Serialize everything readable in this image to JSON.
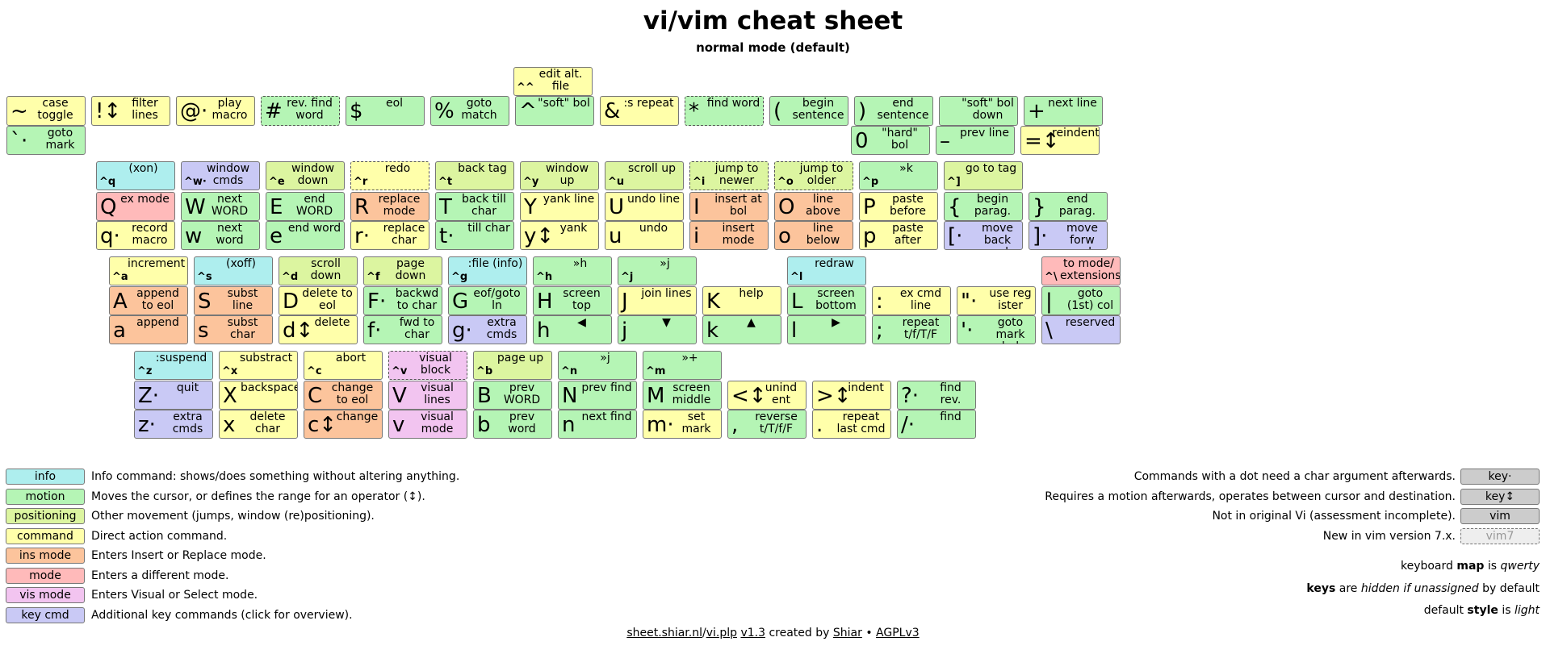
{
  "title": "vi/vim cheat sheet",
  "subtitle": "normal mode (default)",
  "colors": {
    "info": "#aeeeee",
    "motion": "#b5f5b5",
    "positioning": "#dcf5a0",
    "command": "#ffffaa",
    "ins": "#fcc49c",
    "mode": "#ffbaba",
    "vis": "#f2c4f0",
    "kcmd": "#c9c9f5",
    "empty": "#ffffff"
  },
  "rows": [
    {
      "name": "number-row",
      "keys": [
        {
          "k": "~",
          "d": "case toggle",
          "t": "cmd"
        },
        {
          "k": "!↕",
          "d": "filter lines",
          "t": "cmd"
        },
        {
          "k": "@·",
          "d": "play macro",
          "t": "cmd"
        },
        {
          "k": "#",
          "d": "rev. find word",
          "t": "motion",
          "nv": true
        },
        {
          "k": "$",
          "d": "eol",
          "t": "motion"
        },
        {
          "k": "%",
          "d": "goto match",
          "t": "motion"
        },
        {
          "k": "^",
          "d": "\"soft\" bol",
          "t": "motion"
        },
        {
          "k": "&",
          "d": ":s repeat",
          "t": "cmd"
        },
        {
          "k": "*",
          "d": "find word",
          "t": "motion",
          "nv": true
        },
        {
          "k": "(",
          "d": "begin sentence",
          "t": "motion"
        },
        {
          "k": ")",
          "d": "end sentence",
          "t": "motion"
        },
        {
          "k": "",
          "d": "\"soft\" bol down",
          "t": "motion"
        },
        {
          "k": "+",
          "d": "next line",
          "t": "motion"
        }
      ]
    },
    {
      "name": "number-row-lower",
      "keys": [
        {
          "k": "`·",
          "d": "goto mark",
          "t": "motion"
        },
        {
          "k": "0",
          "d": "\"hard\" bol",
          "t": "motion"
        },
        {
          "k": "–",
          "d": "prev line",
          "t": "motion"
        },
        {
          "k": "=↕",
          "d": "reindent",
          "t": "cmd"
        }
      ]
    },
    {
      "name": "caret-ctrl",
      "keys": [
        {
          "k": "^^",
          "d": "edit alt. file",
          "t": "cmd"
        }
      ]
    },
    {
      "name": "ctrl-q-row",
      "keys": [
        {
          "k": "^q",
          "d": "(xon)",
          "t": "info"
        },
        {
          "k": "^w·",
          "d": "window cmds",
          "t": "kcmd"
        },
        {
          "k": "^e",
          "d": "window down",
          "t": "pos"
        },
        {
          "k": "^r",
          "d": "redo",
          "t": "cmd",
          "nv": true
        },
        {
          "k": "^t",
          "d": "back tag",
          "t": "pos"
        },
        {
          "k": "^y",
          "d": "window up",
          "t": "pos"
        },
        {
          "k": "^u",
          "d": "scroll up",
          "t": "pos"
        },
        {
          "k": "^i",
          "d": "jump to newer",
          "t": "pos",
          "nv": true
        },
        {
          "k": "^o",
          "d": "jump to older",
          "t": "pos",
          "nv": true
        },
        {
          "k": "^p",
          "d": "»k",
          "t": "motion"
        },
        {
          "k": "^]",
          "d": "go to tag",
          "t": "pos"
        }
      ]
    },
    {
      "name": "upper-q-row",
      "keys": [
        {
          "k": "Q",
          "d": "ex mode",
          "t": "mode"
        },
        {
          "k": "W",
          "d": "next WORD",
          "t": "motion"
        },
        {
          "k": "E",
          "d": "end WORD",
          "t": "motion"
        },
        {
          "k": "R",
          "d": "replace mode",
          "t": "ins"
        },
        {
          "k": "T",
          "d": "back till char",
          "t": "motion"
        },
        {
          "k": "Y",
          "d": "yank line",
          "t": "cmd"
        },
        {
          "k": "U",
          "d": "undo line",
          "t": "cmd"
        },
        {
          "k": "I",
          "d": "insert at bol",
          "t": "ins"
        },
        {
          "k": "O",
          "d": "line above",
          "t": "ins"
        },
        {
          "k": "P",
          "d": "paste before",
          "t": "cmd"
        },
        {
          "k": "{",
          "d": "begin parag.",
          "t": "motion"
        },
        {
          "k": "}",
          "d": "end parag.",
          "t": "motion"
        }
      ]
    },
    {
      "name": "lower-q-row",
      "keys": [
        {
          "k": "q·",
          "d": "record macro",
          "t": "cmd"
        },
        {
          "k": "w",
          "d": "next word",
          "t": "motion"
        },
        {
          "k": "e",
          "d": "end word",
          "t": "motion"
        },
        {
          "k": "r·",
          "d": "replace char",
          "t": "cmd"
        },
        {
          "k": "t·",
          "d": "till char",
          "t": "motion"
        },
        {
          "k": "y↕",
          "d": "yank",
          "t": "cmd"
        },
        {
          "k": "u",
          "d": "undo",
          "t": "cmd"
        },
        {
          "k": "i",
          "d": "insert mode",
          "t": "ins"
        },
        {
          "k": "o",
          "d": "line below",
          "t": "ins"
        },
        {
          "k": "p",
          "d": "paste after",
          "t": "cmd"
        },
        {
          "k": "[·",
          "d": "move back wards",
          "t": "kcmd"
        },
        {
          "k": "]·",
          "d": "move forw ard",
          "t": "kcmd"
        }
      ]
    },
    {
      "name": "ctrl-a-row",
      "keys": [
        {
          "k": "^a",
          "d": "increment",
          "t": "cmd"
        },
        {
          "k": "^s",
          "d": "(xoff)",
          "t": "info"
        },
        {
          "k": "^d",
          "d": "scroll down",
          "t": "pos"
        },
        {
          "k": "^f",
          "d": "page down",
          "t": "pos"
        },
        {
          "k": "^g",
          "d": ":file (info)",
          "t": "info"
        },
        {
          "k": "^h",
          "d": "»h",
          "t": "motion"
        },
        {
          "k": "^j",
          "d": "»j",
          "t": "motion"
        },
        {
          "k": "",
          "d": "",
          "t": "empty"
        },
        {
          "k": "^l",
          "d": "redraw",
          "t": "info"
        },
        {
          "k": "",
          "d": "",
          "t": "empty"
        },
        {
          "k": "",
          "d": "",
          "t": "empty"
        },
        {
          "k": "^\\",
          "d": "to mode/ extensions",
          "t": "mode"
        }
      ]
    },
    {
      "name": "upper-a-row",
      "keys": [
        {
          "k": "A",
          "d": "append to eol",
          "t": "ins"
        },
        {
          "k": "S",
          "d": "subst line",
          "t": "ins"
        },
        {
          "k": "D",
          "d": "delete to eol",
          "t": "cmd"
        },
        {
          "k": "F·",
          "d": "backwd to char",
          "t": "motion"
        },
        {
          "k": "G",
          "d": "eof/goto ln",
          "t": "motion"
        },
        {
          "k": "H",
          "d": "screen top",
          "t": "motion"
        },
        {
          "k": "J",
          "d": "join lines",
          "t": "cmd"
        },
        {
          "k": "K",
          "d": "help",
          "t": "cmd"
        },
        {
          "k": "L",
          "d": "screen bottom",
          "t": "motion"
        },
        {
          "k": ":",
          "d": "ex cmd line",
          "t": "cmd"
        },
        {
          "k": "\"·",
          "d": "use reg ister",
          "t": "cmd"
        },
        {
          "k": "|",
          "d": "goto (1st) col",
          "t": "motion"
        }
      ]
    },
    {
      "name": "lower-a-row",
      "keys": [
        {
          "k": "a",
          "d": "append",
          "t": "ins"
        },
        {
          "k": "s",
          "d": "subst char",
          "t": "ins"
        },
        {
          "k": "d↕",
          "d": "delete",
          "t": "cmd"
        },
        {
          "k": "f·",
          "d": "fwd to char",
          "t": "motion"
        },
        {
          "k": "g·",
          "d": "extra cmds",
          "t": "kcmd"
        },
        {
          "k": "h",
          "d": "◀",
          "t": "motion"
        },
        {
          "k": "j",
          "d": "▼",
          "t": "motion"
        },
        {
          "k": "k",
          "d": "▲",
          "t": "motion"
        },
        {
          "k": "l",
          "d": "▶",
          "t": "motion"
        },
        {
          "k": ";",
          "d": "repeat t/f/T/F",
          "t": "motion"
        },
        {
          "k": "'·",
          "d": "goto mark bol",
          "t": "motion"
        },
        {
          "k": "\\",
          "d": "reserved",
          "t": "kcmd"
        }
      ]
    },
    {
      "name": "ctrl-z-row",
      "keys": [
        {
          "k": "^z",
          "d": ":suspend",
          "t": "info"
        },
        {
          "k": "^x",
          "d": "substract",
          "t": "cmd"
        },
        {
          "k": "^c",
          "d": "abort",
          "t": "cmd"
        },
        {
          "k": "^v",
          "d": "visual block",
          "t": "vis",
          "nv": true
        },
        {
          "k": "^b",
          "d": "page up",
          "t": "pos"
        },
        {
          "k": "^n",
          "d": "»j",
          "t": "motion"
        },
        {
          "k": "^m",
          "d": "»+",
          "t": "motion"
        }
      ]
    },
    {
      "name": "upper-z-row",
      "keys": [
        {
          "k": "Z·",
          "d": "quit",
          "t": "kcmd"
        },
        {
          "k": "X",
          "d": "backspace",
          "t": "cmd"
        },
        {
          "k": "C",
          "d": "change to eol",
          "t": "ins"
        },
        {
          "k": "V",
          "d": "visual lines",
          "t": "vis"
        },
        {
          "k": "B",
          "d": "prev WORD",
          "t": "motion"
        },
        {
          "k": "N",
          "d": "prev find",
          "t": "motion"
        },
        {
          "k": "M",
          "d": "screen middle",
          "t": "motion"
        },
        {
          "k": "<↕",
          "d": "unind ent",
          "t": "cmd"
        },
        {
          "k": ">↕",
          "d": "indent",
          "t": "cmd"
        },
        {
          "k": "?·",
          "d": "find rev.",
          "t": "motion"
        }
      ]
    },
    {
      "name": "lower-z-row",
      "keys": [
        {
          "k": "z·",
          "d": "extra cmds",
          "t": "kcmd"
        },
        {
          "k": "x",
          "d": "delete char",
          "t": "cmd"
        },
        {
          "k": "c↕",
          "d": "change",
          "t": "ins"
        },
        {
          "k": "v",
          "d": "visual mode",
          "t": "vis"
        },
        {
          "k": "b",
          "d": "prev word",
          "t": "motion"
        },
        {
          "k": "n",
          "d": "next find",
          "t": "motion"
        },
        {
          "k": "m·",
          "d": "set mark",
          "t": "cmd"
        },
        {
          "k": ",",
          "d": "reverse t/T/f/F",
          "t": "motion"
        },
        {
          "k": ".",
          "d": "repeat last cmd",
          "t": "cmd"
        },
        {
          "k": "/·",
          "d": "find",
          "t": "motion"
        }
      ]
    }
  ],
  "legend": [
    {
      "label": "info",
      "t": "info",
      "text": "Info command: shows/does something without altering anything."
    },
    {
      "label": "motion",
      "t": "motion",
      "text": "Moves the cursor, or defines the range for an operator (↕)."
    },
    {
      "label": "positioning",
      "t": "pos",
      "text": "Other movement (jumps, window (re)positioning)."
    },
    {
      "label": "command",
      "t": "cmd",
      "text": "Direct action command."
    },
    {
      "label": "ins mode",
      "t": "ins",
      "text": "Enters Insert or Replace mode."
    },
    {
      "label": "mode",
      "t": "mode",
      "text": "Enters a different mode."
    },
    {
      "label": "vis mode",
      "t": "vis",
      "text": "Enters Visual or Select mode."
    },
    {
      "label": "key cmd",
      "t": "kcmd",
      "text": "Additional key commands (click for overview)."
    }
  ],
  "options": [
    {
      "text": "Commands with a dot need a char argument afterwards.",
      "badge": "key·"
    },
    {
      "text": "Requires a motion afterwards, operates between cursor and destination.",
      "badge": "key↕"
    },
    {
      "text": "Not in original Vi (assessment incomplete).",
      "badge": "vim"
    },
    {
      "text": "New in vim version 7.x.",
      "badge": "vim7"
    }
  ],
  "settings": {
    "map_prefix": "keyboard",
    "map_word": "map",
    "map_is": "is",
    "map_value": "qwerty",
    "keys_word": "keys",
    "keys_are": "are",
    "keys_value": "hidden if unassigned",
    "keys_suffix": "by default",
    "style_prefix": "default",
    "style_word": "style",
    "style_is": "is",
    "style_value": "light"
  },
  "footer": {
    "site": "sheet.shiar.nl",
    "sep": "/",
    "file": "vi.plp",
    "version": "v1.3",
    "created_by": "created by",
    "author": "Shiar",
    "bullet": "•",
    "license": "AGPLv3"
  }
}
